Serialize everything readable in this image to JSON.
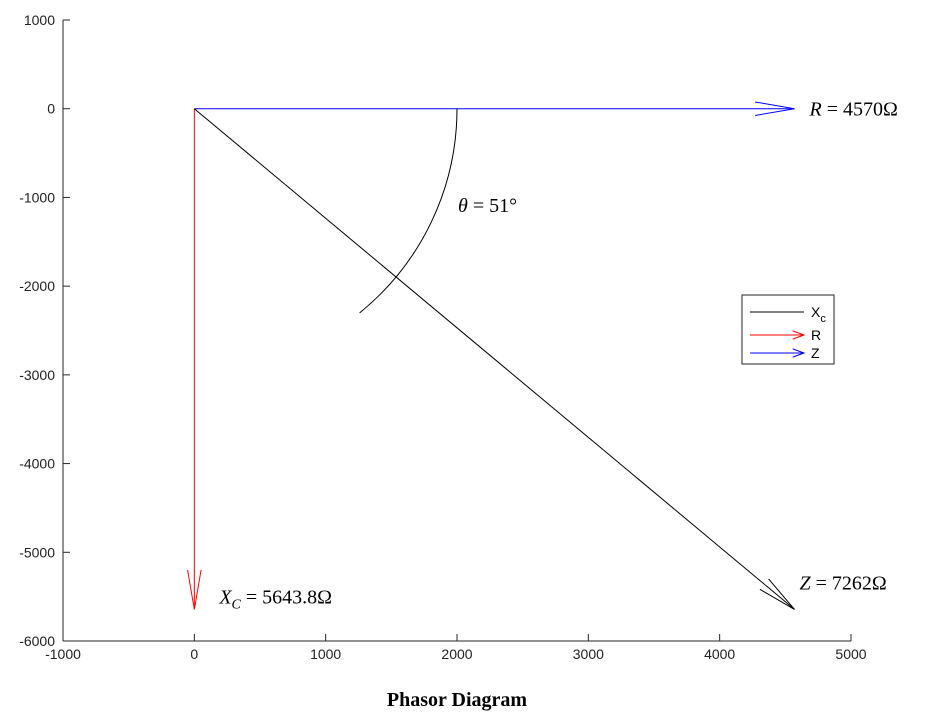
{
  "chart_data": {
    "type": "phasor",
    "title": "Phasor Diagram",
    "xlabel": "",
    "ylabel": "",
    "xlim": [
      -1000,
      5000
    ],
    "ylim": [
      -6000,
      1000
    ],
    "xticks": [
      -1000,
      0,
      1000,
      2000,
      3000,
      4000,
      5000
    ],
    "yticks": [
      1000,
      0,
      -1000,
      -2000,
      -3000,
      -4000,
      -5000,
      -6000
    ],
    "grid": false,
    "legend_position": "right",
    "phasors": [
      {
        "name": "R",
        "x": 4570,
        "y": 0,
        "color": "#0000ff",
        "label_var": "R",
        "label_rest": " = 4570Ω"
      },
      {
        "name": "X_C",
        "x": 0,
        "y": -5643.8,
        "color": "#ff0000",
        "label_var": "X",
        "label_sub": "C",
        "label_rest": " = 5643.8Ω"
      },
      {
        "name": "Z",
        "x": 4570,
        "y": -5643.8,
        "color": "#000000",
        "label_var": "Z",
        "label_rest": " = 7262Ω"
      }
    ],
    "angle": {
      "symbol": "θ",
      "text": " = 51°",
      "radius": 2000,
      "from_deg": -51,
      "to_deg": 0
    },
    "legend": [
      {
        "label": "X",
        "sub": "c",
        "color": "#000000",
        "arrow": false
      },
      {
        "label": "R",
        "color": "#ff0000",
        "arrow": true
      },
      {
        "label": "Z",
        "color": "#0000ff",
        "arrow": true
      }
    ]
  }
}
